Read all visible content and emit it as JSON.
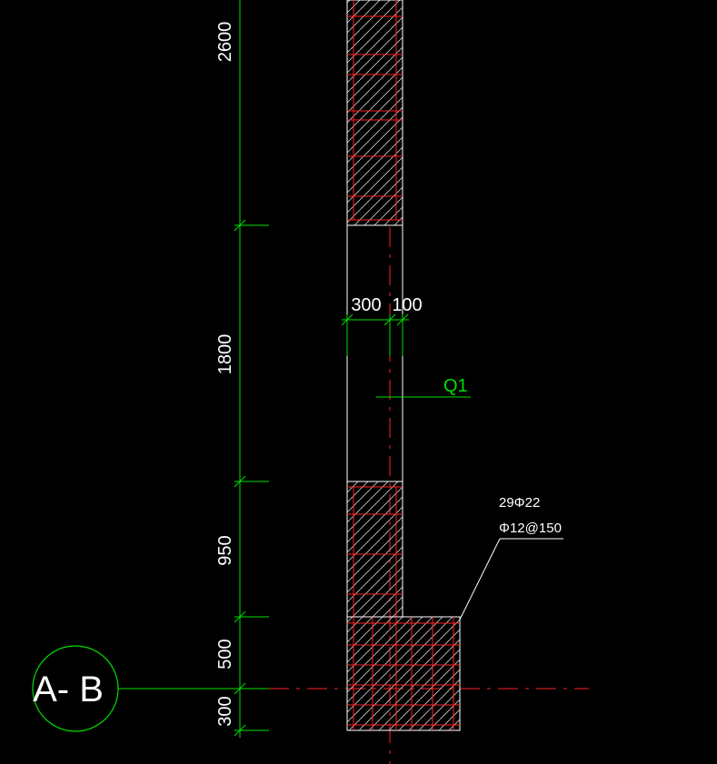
{
  "drawing": {
    "colors": {
      "background": "#000000",
      "dimension": "#00e000",
      "outline": "#ffffff",
      "rebar": "#ff2020",
      "hatch": "#c8c8c8",
      "centerline": "#ff2020"
    },
    "vertical_dimensions": [
      "2600",
      "1800",
      "950",
      "500",
      "300"
    ],
    "horizontal_dimensions": [
      "300",
      "100"
    ],
    "wall_label": "Q1",
    "rebar_callout": {
      "main_bars": "29Φ22",
      "stirrups": "Φ12@150"
    },
    "axis_label": "A- B"
  }
}
